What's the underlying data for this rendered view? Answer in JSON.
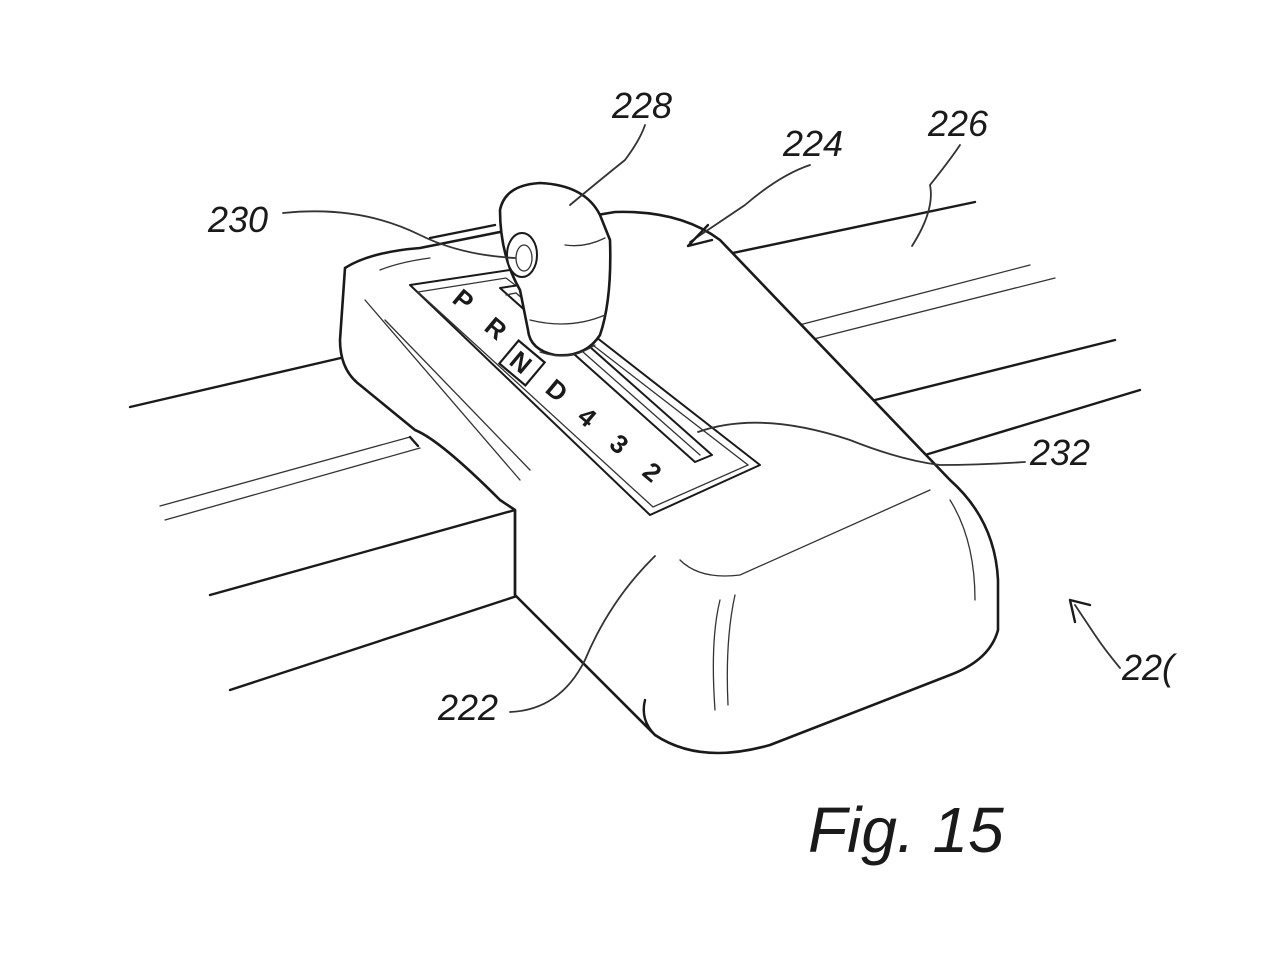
{
  "figure": {
    "caption": "Fig. 15",
    "description_labels": {
      "ref_228": "228",
      "ref_224": "224",
      "ref_226": "226",
      "ref_230": "230",
      "ref_232": "232",
      "ref_222": "222",
      "ref_220": "22("
    },
    "gear_positions": [
      "P",
      "R",
      "N",
      "D",
      "4",
      "3",
      "2"
    ],
    "selected_gear": "N"
  }
}
